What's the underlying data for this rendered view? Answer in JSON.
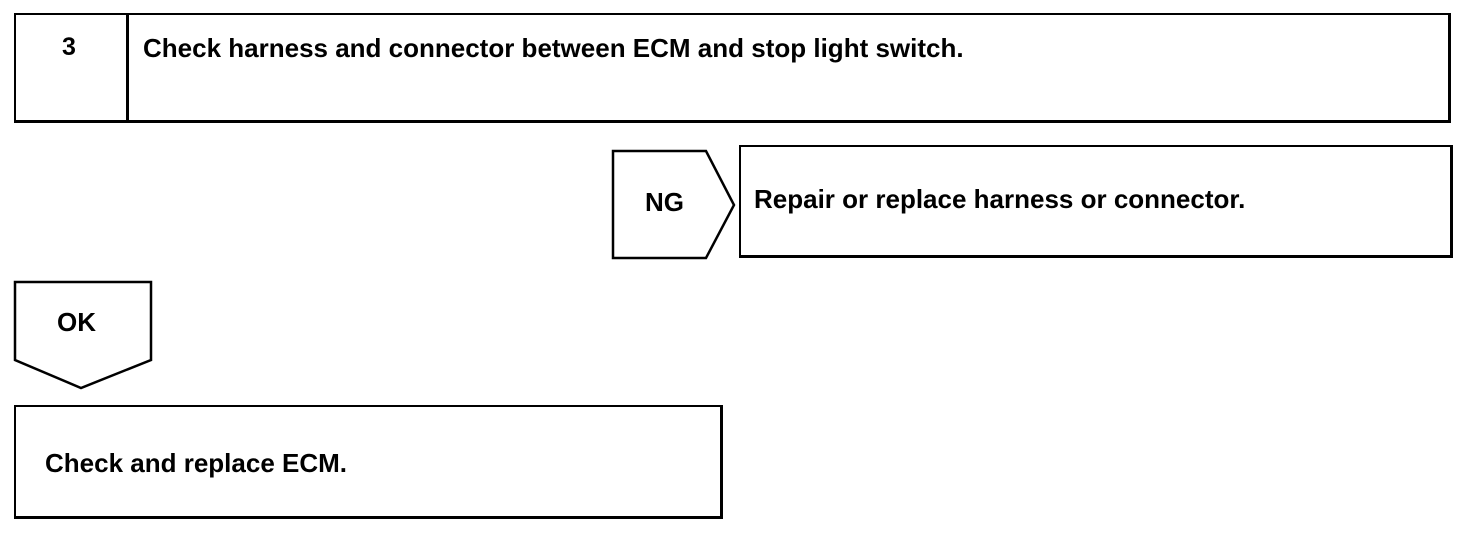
{
  "step": {
    "number": "3",
    "title": "Check harness and connector between ECM and stop light switch."
  },
  "ng_branch": {
    "label": "NG",
    "action": "Repair or replace harness or connector."
  },
  "ok_branch": {
    "label": "OK",
    "action": "Check and replace ECM."
  }
}
